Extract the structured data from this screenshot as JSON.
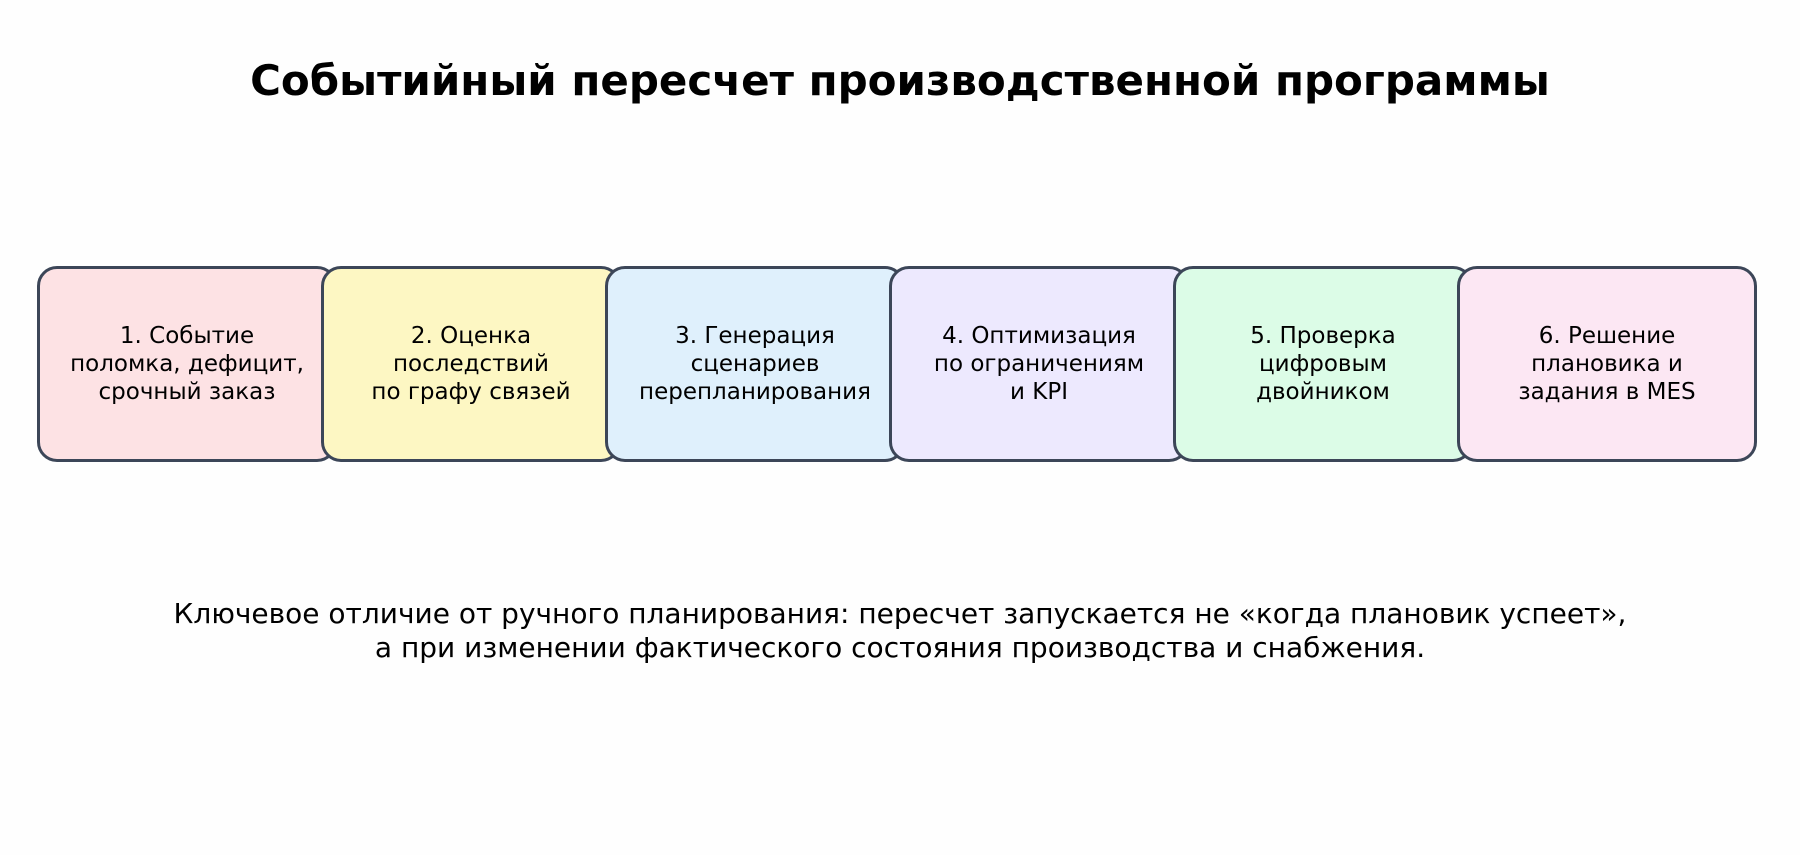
{
  "title": "Событийный пересчет производственной программы",
  "steps": [
    {
      "label": "1. Событие\nполомка, дефицит,\nсрочный заказ",
      "color": "#fde2e4"
    },
    {
      "label": "2. Оценка\nпоследствий\nпо графу связей",
      "color": "#fdf7c3"
    },
    {
      "label": "3. Генерация\nсценариев\nперепланирования",
      "color": "#dff0fc"
    },
    {
      "label": "4. Оптимизация\nпо ограничениям\nи KPI",
      "color": "#ede9fe"
    },
    {
      "label": "5. Проверка\nцифровым\nдвойником",
      "color": "#dcfce7"
    },
    {
      "label": "6. Решение\nплановика и\nзадания в MES",
      "color": "#fce7f3"
    }
  ],
  "note": {
    "line1": "Ключевое отличие от ручного планирования: пересчет запускается не «когда плановик успеет»,",
    "line2": "а при изменении фактического состояния производства и снабжения."
  },
  "colors": {
    "border": "#3c4658",
    "background": "#fefefe"
  }
}
